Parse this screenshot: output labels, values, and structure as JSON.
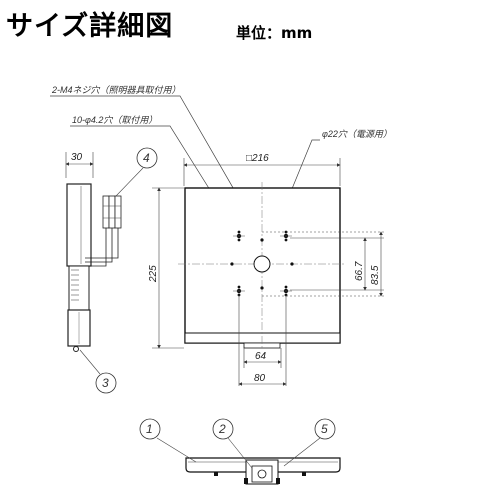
{
  "header": {
    "title": "サイズ詳細図",
    "unit": "単位：mm"
  },
  "callouts": {
    "screw": "2-M4ネジ穴（照明器具取付用）",
    "holes": "10-φ4.2穴（取付用）",
    "power_hole": "φ22穴（電源用）"
  },
  "dimensions": {
    "side_width": "30",
    "square": "□216",
    "height": "225",
    "v_66_7": "66.7",
    "v_83_5": "83.5",
    "h_64": "64",
    "h_80": "80"
  },
  "parts": {
    "p1": "1",
    "p2": "2",
    "p3": "3",
    "p4": "4",
    "p5": "5"
  }
}
